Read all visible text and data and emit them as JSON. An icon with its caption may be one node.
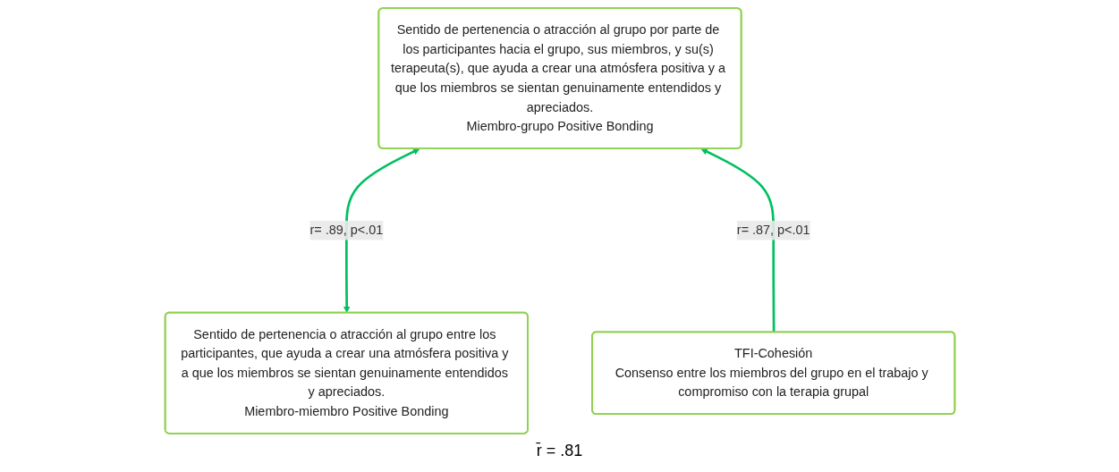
{
  "diagram": {
    "nodes": [
      {
        "text": [
          "Sentido de pertenencia o atracción al grupo entre los participantes, que ayuda a crear una atmósfera positiva y a que los miembros se sientan genuinamente entendidos y apreciados.",
          "Miembro-miembro Positive Bonding"
        ]
      },
      {
        "text": [
          "Sentido de pertenencia o atracción al grupo por parte de los participantes hacia el grupo, sus miembros, y su(s) terapeuta(s), que ayuda a crear una atmósfera positiva y a que los miembros se sientan genuinamente entendidos y apreciados.",
          "Miembro-grupo Positive Bonding"
        ]
      },
      {
        "text": [
          "TFI-Cohesión",
          "Consenso entre los miembros del grupo en el trabajo y compromiso con la terapia grupal"
        ]
      }
    ],
    "edges": [
      {
        "from": 0,
        "to": 1,
        "arrow": "both",
        "label": "r= .89, p<.01"
      },
      {
        "from": 2,
        "to": 1,
        "arrow": "to",
        "label": "r= .87, p<.01"
      }
    ],
    "labels": [
      "r̄ = .81"
    ]
  }
}
